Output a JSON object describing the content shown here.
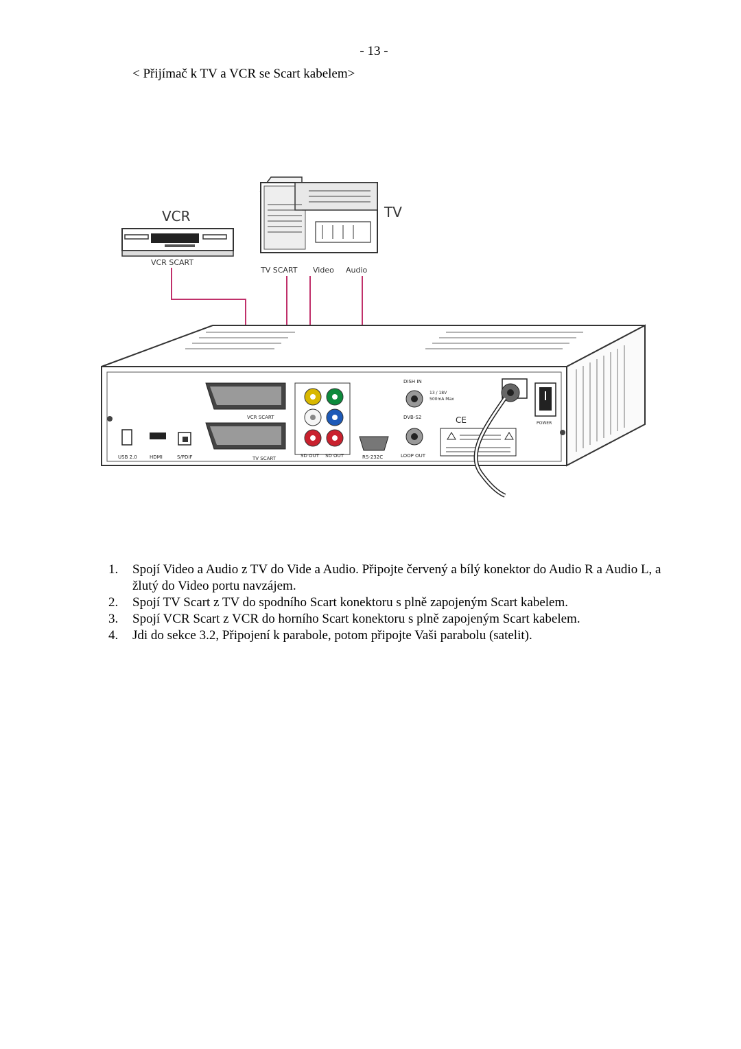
{
  "page": {
    "number": "- 13 -",
    "title": "< Přijímač k TV a VCR se Scart kabelem>"
  },
  "diagram": {
    "vcr_title": "VCR",
    "tv_title": "TV",
    "vcr_scart_label": "VCR SCART",
    "tv_scart_label": "TV SCART",
    "video_label": "Video",
    "audio_label": "Audio",
    "panel": {
      "vcr_scart": "VCR SCART",
      "tv_scart": "TV SCART",
      "usb": "USB 2.0",
      "hdmi": "HDMI",
      "spdif": "S/PDIF",
      "sd_out_1": "SD OUT",
      "sd_out_2": "SD OUT",
      "rs232c": "RS-232C",
      "loop_out": "LOOP OUT",
      "dish_in": "DISH IN",
      "dvbs2": "DVB-S2",
      "lnb_spec_1": "13 / 18V",
      "lnb_spec_2": "500mA Max",
      "power": "POWER",
      "ce": "CE"
    },
    "icons": {
      "vcr": "vcr-device-icon",
      "tv": "tv-set-icon",
      "receiver": "receiver-rear-panel-icon"
    }
  },
  "steps": [
    {
      "num": "1.",
      "text": "Spojí Video a Audio z TV do Vide a Audio. Připojte červený a bílý konektor do Audio R a Audio L, a žlutý do Video portu navzájem."
    },
    {
      "num": "2.",
      "text": "Spojí TV Scart  z TV do spodního Scart konektoru s  plně zapojeným Scart kabelem."
    },
    {
      "num": "3.",
      "text": "Spojí VCR Scart z VCR do horního Scart konektoru s plně zapojeným Scart kabelem."
    },
    {
      "num": "4.",
      "text": "Jdi do sekce 3.2, Připojení k parabole, potom připojte Vaši parabolu (satelit)."
    }
  ]
}
